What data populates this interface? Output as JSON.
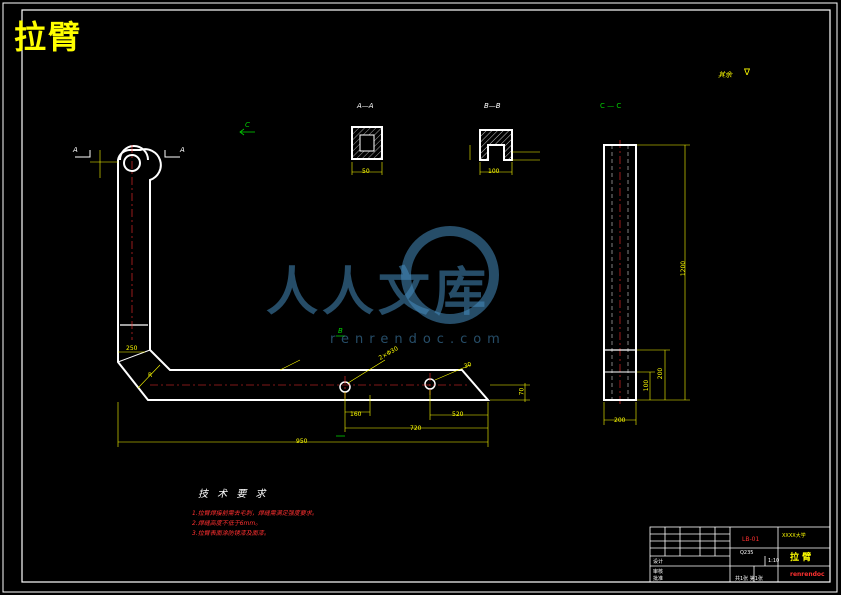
{
  "drawing": {
    "title": "拉臂"
  },
  "section_labels": {
    "a_a": "A—A",
    "b_b": "B—B",
    "c_c": "C — C",
    "c_arrow": "C",
    "b_arrow": "B",
    "a_left": "A",
    "a_right": "A"
  },
  "dimensions": {
    "d1_250": "250",
    "d2_160": "160",
    "d3_720": "720",
    "d4_950": "950",
    "d5_520": "520",
    "d6_1200": "1200",
    "d7_200": "200",
    "d8_100": "100",
    "d9_200a": "200",
    "d10_50": "50",
    "d11_100b": "100",
    "d12_70": "70",
    "d13_r": "R",
    "d14_2holes": "2×Φ30",
    "d15_30": "30"
  },
  "roughness": {
    "note": "其余"
  },
  "tech": {
    "title": "技 术 要 求",
    "items": [
      "1.拉臂焊接前需去毛刺，焊缝需满足强度要求。",
      "2.焊缝高度不低于6mm。",
      "3.拉臂表面涂防锈漆及面漆。"
    ]
  },
  "watermark": {
    "text": "人人文库",
    "url": "renrendoc.com"
  },
  "title_block": {
    "part_name": "拉 臂",
    "school": "XXXX大学",
    "drawing_no": "LB-01",
    "material": "Q235",
    "scale": "1:10",
    "designer": "设计",
    "checker": "审核",
    "approver": "批准",
    "sheet": "共1张 第1张",
    "logo_text": "renrendoc"
  },
  "colors": {
    "outline": "#ffffff",
    "dimension": "#ffff00",
    "centerline": "#ff3030",
    "hatch": "#ffffff",
    "label_green": "#00d000",
    "watermark": "#468cbe",
    "frame": "#ffffff"
  }
}
